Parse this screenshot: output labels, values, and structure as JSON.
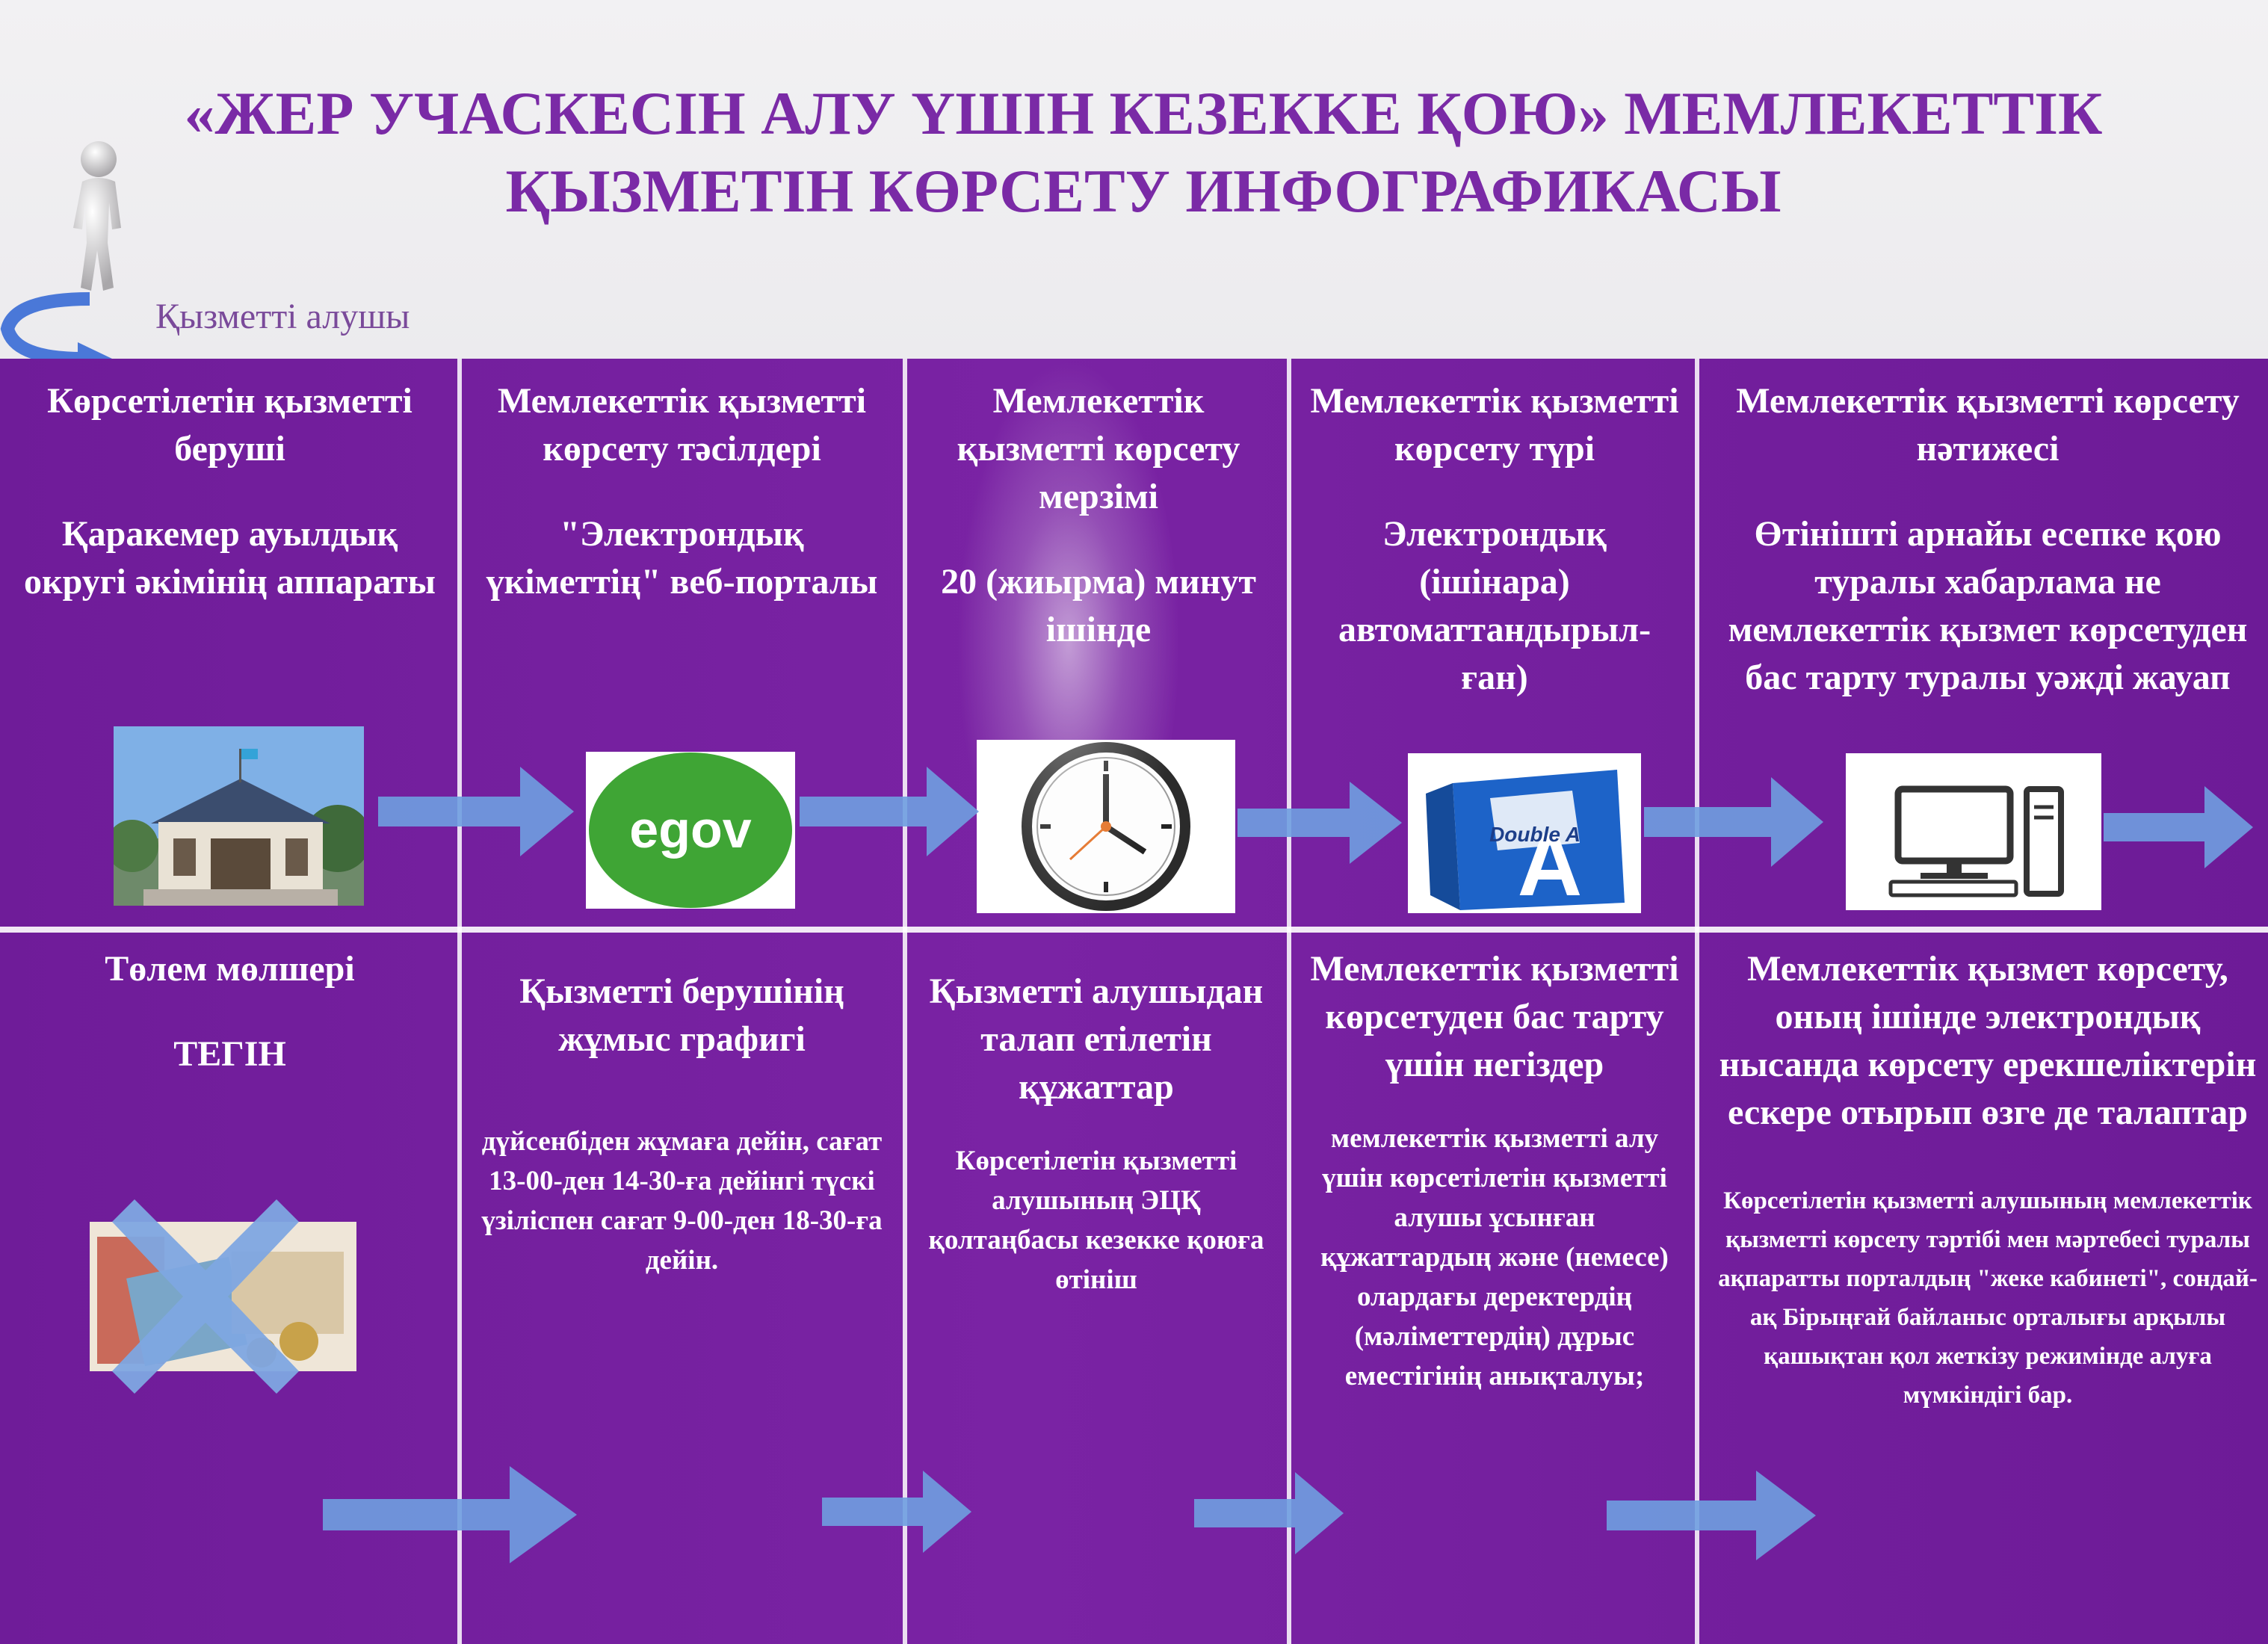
{
  "header": {
    "title_line1": "«ЖЕР УЧАСКЕСІН АЛУ ҮШІН КЕЗЕКKЕ ҚОЮ» МЕМЛЕКЕТТІК",
    "title_line2": "ҚЫЗМЕТІН КӨРСЕТУ ИНФОГРАФИКАСЫ",
    "recipient_label": "Қызметті алушы"
  },
  "top_row": [
    {
      "heading": "Көрсетілетін қызметті беруші",
      "value": "Қаракемер ауылдық округі әкімінің аппараты",
      "image": "government-building"
    },
    {
      "heading": "Мемлекеттік қызметті көрсету тәсілдері",
      "value": "\"Электрондық үкіметтің\" веб-порталы",
      "image": "egov-logo"
    },
    {
      "heading": "Мемлекеттік қызметті көрсету мерзімі",
      "value": "20 (жиырма) минут ішінде",
      "image": "clock-icon"
    },
    {
      "heading": "Мемлекеттік қызметті көрсету түрі",
      "value": "Электрондық (ішінара) автоматтандырыл-ған)",
      "image": "paper-pack"
    },
    {
      "heading": "Мемлекеттік қызметті көрсету нәтижесі",
      "value": "Өтінішті арнайы есепке қою туралы хабарлама не мемлекеттік қызмет көрсетуден бас тарту туралы уәжді жауап",
      "image": "computer-icon"
    }
  ],
  "bottom_row": [
    {
      "heading": "Төлем мөлшері",
      "value": "ТЕГІН",
      "image": "crossed-money"
    },
    {
      "heading": "Қызметті берушінің жұмыс графигі",
      "value": "дүйсенбіден жұмаға дейін, сағат 13-00-ден 14-30-ға дейінгі түскі үзіліспен сағат 9-00-ден 18-30-ға дейін."
    },
    {
      "heading": "Қызметті алушыдан талап етілетін құжаттар",
      "value": "Көрсетілетін қызметті алушының ЭЦҚ қолтаңбасы кезекке қоюға өтініш"
    },
    {
      "heading": "Мемлекеттік қызметті көрсетуден бас тарту үшін негіздер",
      "value": "мемлекеттік қызметті алу үшін көрсетілетін қызметті алушы ұсынған құжаттардың және (немесе) олардағы деректердің (мәліметтердің) дұрыс еместігінің анықталуы;"
    },
    {
      "heading": "Мемлекеттік қызмет көрсету, оның ішінде электрондық нысанда көрсету ерекшеліктерін ескере отырып өзге де талаптар",
      "value": "Көрсетілетін қызметті алушының мемлекеттік қызметті көрсету тәртібі мен мәртебесі туралы ақпаратты порталдың \"жеке кабинеті\", сондай-ақ Бірыңғай байланыс орталығы арқылы қашықтан қол жеткізу режимінде алуға мүмкіндігі бар."
    }
  ],
  "images": {
    "egov_text": "egov",
    "paper_brand": "Double A"
  },
  "colors": {
    "board": "#7a23a4",
    "title": "#7a2aa6",
    "arrow": "#6f9fe0"
  }
}
